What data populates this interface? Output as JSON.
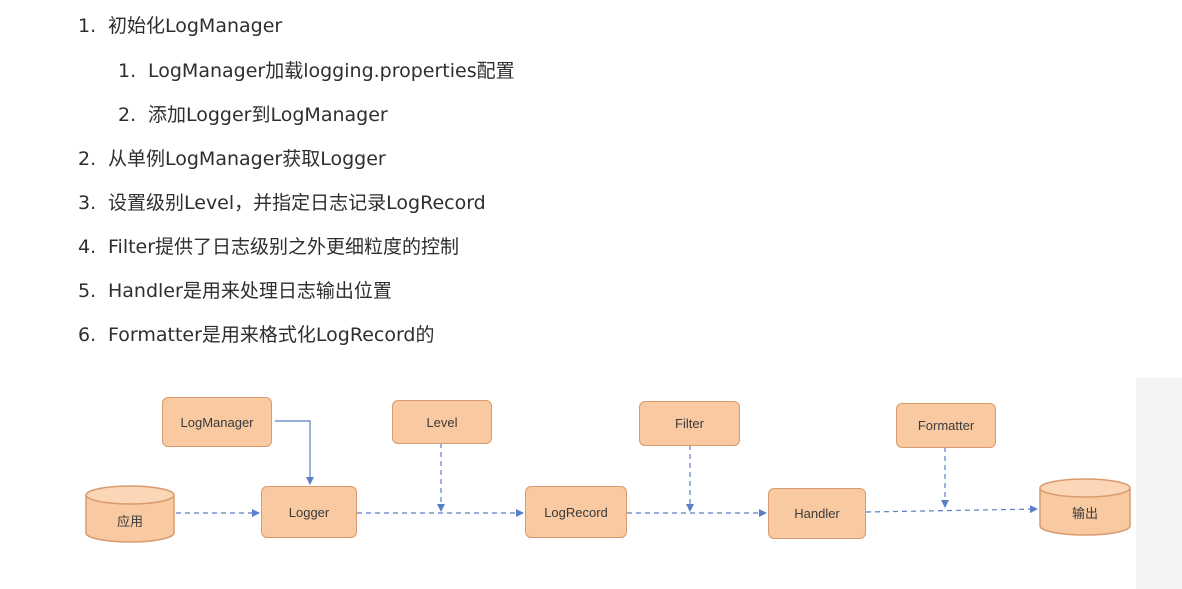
{
  "steps": [
    {
      "num": "1.",
      "text": "初始化LogManager",
      "level": 0
    },
    {
      "num": "1.",
      "text": "LogManager加载logging.properties配置",
      "level": 1
    },
    {
      "num": "2.",
      "text": "添加Logger到LogManager",
      "level": 1
    },
    {
      "num": "2.",
      "text": "从单例LogManager获取Logger",
      "level": 0
    },
    {
      "num": "3.",
      "text": "设置级别Level，并指定日志记录LogRecord",
      "level": 0
    },
    {
      "num": "4.",
      "text": "Filter提供了日志级别之外更细粒度的控制",
      "level": 0
    },
    {
      "num": "5.",
      "text": "Handler是用来处理日志输出位置",
      "level": 0
    },
    {
      "num": "6.",
      "text": "Formatter是用来格式化LogRecord的",
      "level": 0
    }
  ],
  "diagram": {
    "nodes": {
      "app": "应用",
      "logmanager": "LogManager",
      "logger": "Logger",
      "level": "Level",
      "logrecord": "LogRecord",
      "filter": "Filter",
      "handler": "Handler",
      "formatter": "Formatter",
      "output": "输出"
    },
    "colors": {
      "node_fill": "#f9c9a1",
      "node_stroke": "#d99b6e",
      "edge": "#5b7fc7"
    }
  }
}
